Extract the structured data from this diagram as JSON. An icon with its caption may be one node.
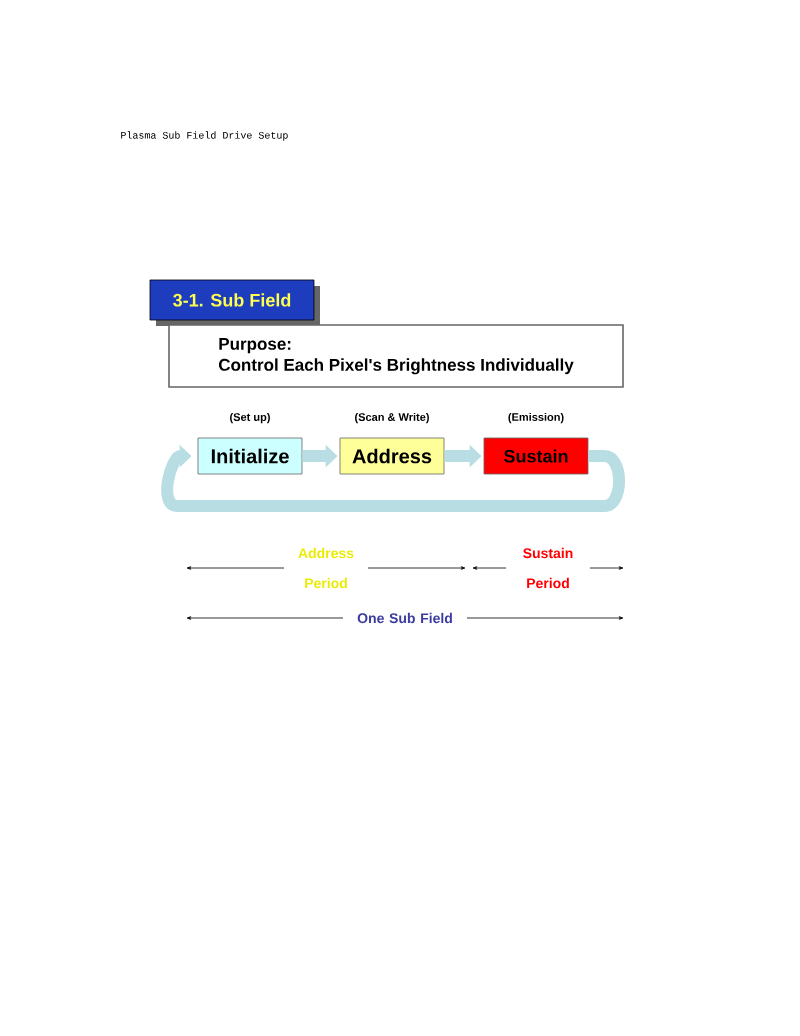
{
  "diagram": {
    "title": "3-1. Sub Field",
    "nodes": [
      {
        "text": [
          "Purpose:",
          "Control  Each Pixel's Brightness Individually"
        ]
      },
      {
        "text": [
          "Initialize"
        ],
        "beside": [
          "(Set up)"
        ]
      },
      {
        "text": [
          "Address"
        ],
        "beside": [
          "(Scan & Write)"
        ]
      },
      {
        "text": [
          "Sustain"
        ],
        "beside": [
          "(Emission)"
        ]
      }
    ],
    "edges": [
      {
        "from": 1,
        "to": 2,
        "arrow": "to"
      },
      {
        "from": 2,
        "to": 3,
        "arrow": "to"
      },
      {
        "from": 3,
        "to": 1,
        "arrow": "to"
      }
    ],
    "labels": [
      "Plasma Sub Field Drive Setup",
      "Address Period",
      "Sustain Period",
      "One Sub Field"
    ]
  }
}
